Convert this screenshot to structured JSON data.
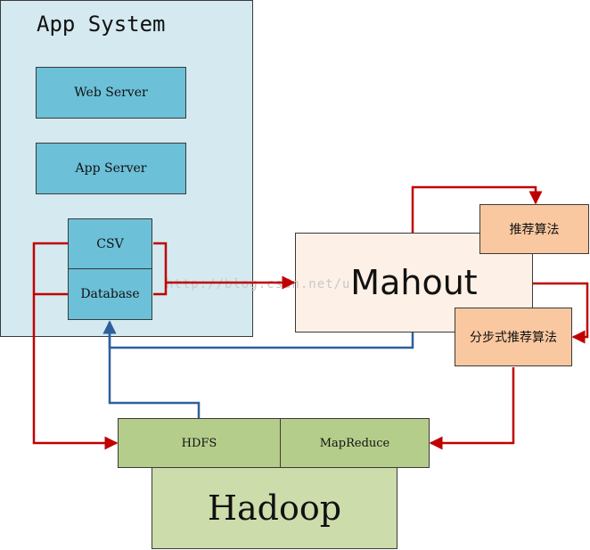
{
  "app_system": {
    "title": "App System",
    "web_server": "Web Server",
    "app_server": "App Server",
    "csv": "CSV",
    "database": "Database"
  },
  "mahout": {
    "title": "Mahout",
    "recommend_algo": "推荐算法",
    "distributed_algo": "分步式推荐算法"
  },
  "hadoop": {
    "title": "Hadoop",
    "hdfs": "HDFS",
    "mapreduce": "MapReduce"
  },
  "watermark": "http://blog.csdn.net/u",
  "colors": {
    "red_arrow": "#c00000",
    "blue_arrow": "#2e5f9e",
    "app_bg": "#d4eaf0",
    "app_box": "#6cc0d8",
    "mahout_bg": "#fdf0e6",
    "algo_box": "#fac8a0",
    "hadoop_top": "#b5cd8a",
    "hadoop_bg": "#cddcab"
  }
}
